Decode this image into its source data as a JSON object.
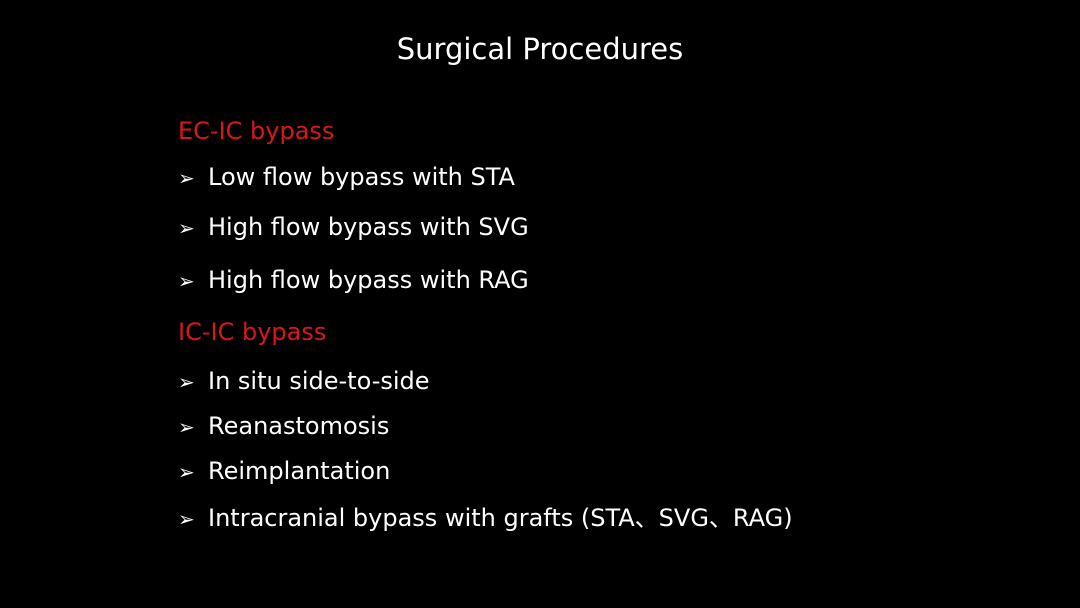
{
  "title": "Surgical Procedures",
  "accent_color": "#d9161c",
  "sections": [
    {
      "heading": "EC-IC bypass",
      "items": [
        "Low flow bypass with STA",
        "High flow bypass with SVG",
        "High flow bypass with RAG"
      ]
    },
    {
      "heading": "IC-IC bypass",
      "items": [
        "In situ side-to-side",
        "Reanastomosis",
        "Reimplantation",
        "Intracranial bypass with grafts (STA、SVG、RAG)"
      ]
    }
  ],
  "bullet_icon": "➢"
}
